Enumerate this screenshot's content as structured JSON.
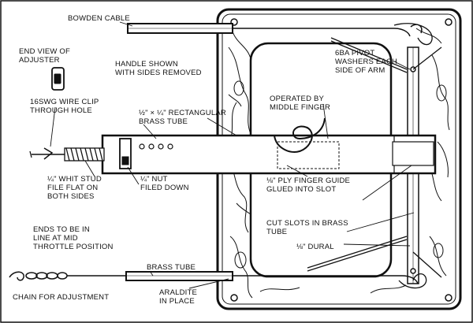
{
  "labels": {
    "bowden_cable": "BOWDEN CABLE",
    "end_view": "END VIEW OF\nADJUSTER",
    "handle_shown": "HANDLE SHOWN\nWITH SIDES REMOVED",
    "pivot": "6BA PIVOT\nWASHERS EACH\nSIDE OF ARM",
    "wire_clip": "16SWG WIRE CLIP\nTHROUGH HOLE",
    "rect_tube": "½\" × ¼\" RECTANGULAR\nBRASS TUBE",
    "operated_by": "OPERATED BY\nMIDDLE FINGER",
    "whit_stud": "¼\" WHIT STUD\nFILE FLAT ON\nBOTH SIDES",
    "nut": "¼\" NUT\nFILED DOWN",
    "ply_guide": "⅛\" PLY FINGER GUIDE\nGLUED INTO SLOT",
    "ends_line": "ENDS TO BE IN\nLINE AT MID\nTHROTTLE POSITION",
    "cut_slots": "CUT SLOTS IN BRASS\nTUBE",
    "dural": "⅛\" DURAL",
    "brass_tube": "BRASS TUBE",
    "chain": "CHAIN FOR ADJUSTMENT",
    "araldite": "ARALDITE\nIN PLACE"
  }
}
